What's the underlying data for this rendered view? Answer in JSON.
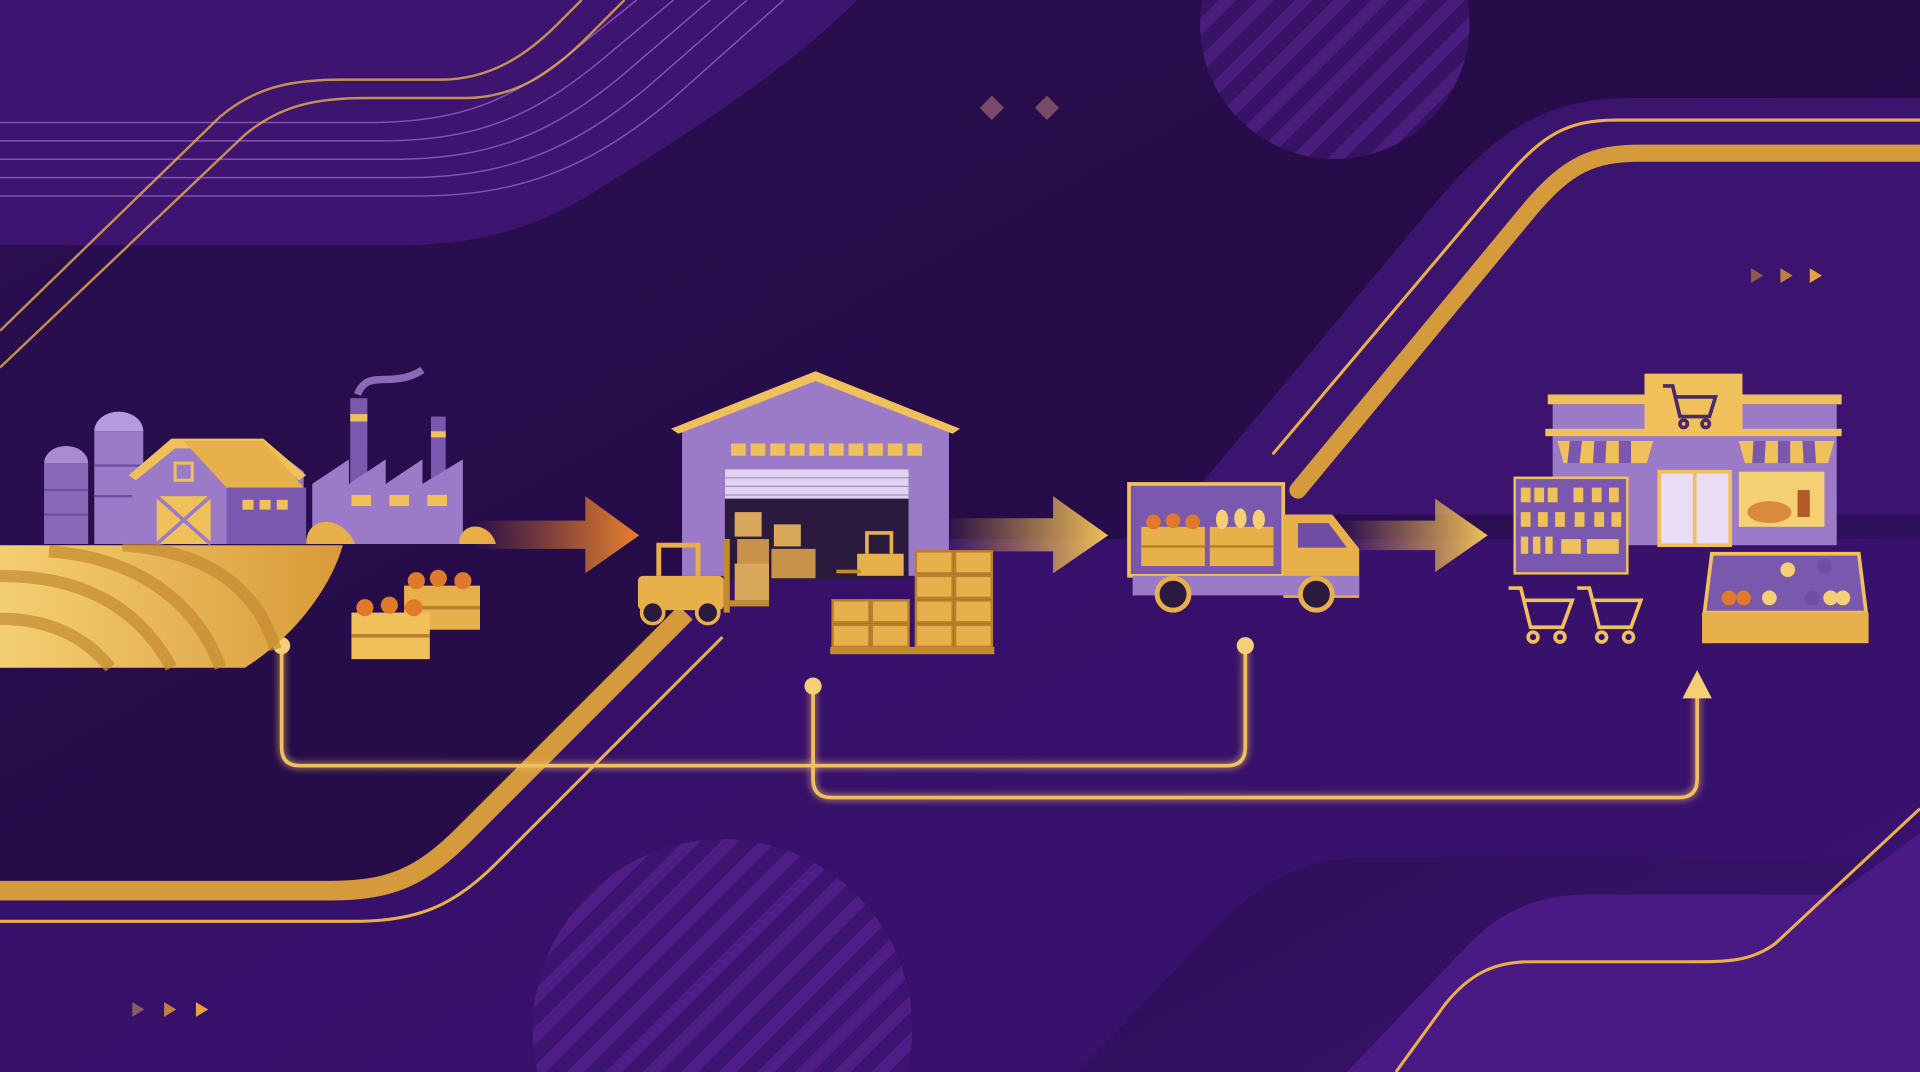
{
  "illustration": {
    "stages": [
      {
        "name": "farm-and-factory",
        "icon": "farm-icon"
      },
      {
        "name": "warehouse",
        "icon": "warehouse-icon"
      },
      {
        "name": "delivery-truck",
        "icon": "truck-icon"
      },
      {
        "name": "grocery-store",
        "icon": "store-icon"
      }
    ],
    "flow_arrows": 3,
    "colors": {
      "background": "#2a0e4e",
      "band": "#4a1a7e",
      "band_light": "#5c2296",
      "gold": "#e8b04a",
      "gold_light": "#f4cf73",
      "orange": "#e07a2a",
      "lavender": "#9b7ac8",
      "lavender_dark": "#6f4ea3"
    }
  }
}
